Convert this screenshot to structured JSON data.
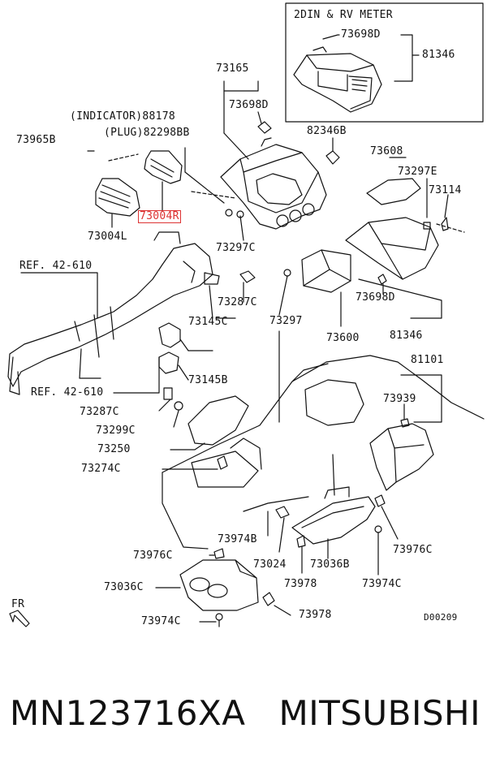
{
  "diagram": {
    "inset_title": "2DIN & RV METER",
    "labels": {
      "l73698D_inset": "73698D",
      "l81346_inset": "81346",
      "l73165": "73165",
      "l73698D_top": "73698D",
      "l88178": "(INDICATOR)88178",
      "l82298BB": "(PLUG)82298BB",
      "l73965B": "73965B",
      "l82346B": "82346B",
      "l73608": "73608",
      "l73297E": "73297E",
      "l73114": "73114",
      "l73004R": "73004R",
      "l73004L": "73004L",
      "l73297C": "73297C",
      "lref1": "REF. 42-610",
      "l73287C_a": "73287C",
      "l73145C": "73145C",
      "l73297": "73297",
      "l73698D_mid": "73698D",
      "l73600": "73600",
      "l81346_mid": "81346",
      "l81101": "81101",
      "l73145B": "73145B",
      "lref2": "REF. 42-610",
      "l73287C_b": "73287C",
      "l73939": "73939",
      "l73299C": "73299C",
      "l73250": "73250",
      "l73274C": "73274C",
      "l73974B": "73974B",
      "l73976C_r": "73976C",
      "l73976C_l": "73976C",
      "l73024": "73024",
      "l73036B": "73036B",
      "l73036C": "73036C",
      "l73978_a": "73978",
      "l73974C_r": "73974C",
      "l73978_b": "73978",
      "l73974C_l": "73974C",
      "lFR": "FR",
      "lD00209": "D00209"
    }
  },
  "caption": {
    "part_number": "MN123716XA",
    "brand": "MITSUBISHI"
  }
}
